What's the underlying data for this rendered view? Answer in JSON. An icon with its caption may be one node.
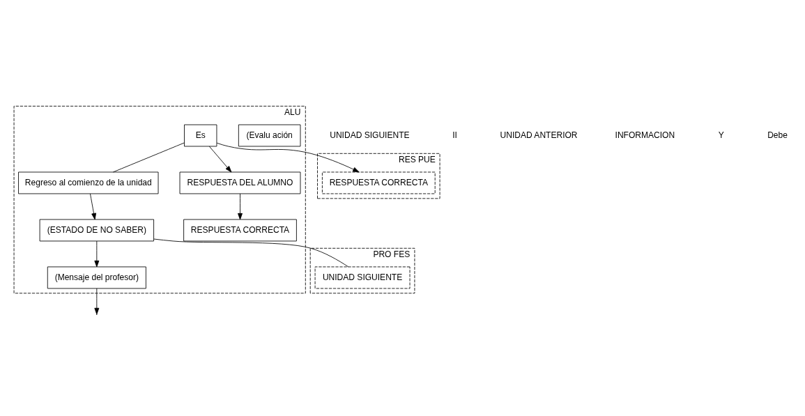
{
  "diagram": {
    "nodes": [
      {
        "text": [
          "PRO FES"
        ]
      },
      {
        "text": [
          "UNIDAD SIGUIENTE"
        ],
        "in": 0
      },
      {
        "text": [
          "ALU"
        ]
      },
      {
        "text": [
          "(ESTADO DE NO SABER)"
        ],
        "in": 2
      },
      {
        "text": [
          "(Mensaje del profesor)"
        ],
        "in": 2
      },
      {
        "text": [
          "(Evalu ación"
        ],
        "in": 2
      },
      {
        "text": [
          "Regreso al comienzo de la unidad"
        ],
        "in": 2
      },
      {
        "text": [
          "Es"
        ],
        "in": 2
      },
      {
        "text": [
          "RESPUESTA DEL ALUMNO"
        ],
        "in": 2
      },
      {
        "text": [
          "RESPUESTA CORRECTA"
        ],
        "in": 2
      },
      {
        "text": [
          "RES PUE"
        ]
      },
      {
        "text": [
          "RESPUESTA CORRECTA"
        ],
        "in": 10
      }
    ],
    "edges": [
      {
        "from": 3,
        "to": 1,
        "arrow": "none"
      },
      {
        "from": 3,
        "to": 4,
        "arrow": "to"
      },
      {
        "from": 4,
        "to": null,
        "arrow": "to"
      },
      {
        "from": 6,
        "to": 3,
        "arrow": "to"
      },
      {
        "from": 7,
        "to": 6,
        "arrow": "none"
      },
      {
        "from": 7,
        "to": 8,
        "arrow": "to"
      },
      {
        "from": 8,
        "to": 9,
        "arrow": "to"
      },
      {
        "from": 7,
        "to": 11,
        "arrow": "to"
      }
    ],
    "labels": [
      "UNIDAD SIGUIENTE",
      "II",
      "UNIDAD ANTERIOR",
      "INFORMACION",
      "Y",
      "Debe"
    ]
  }
}
